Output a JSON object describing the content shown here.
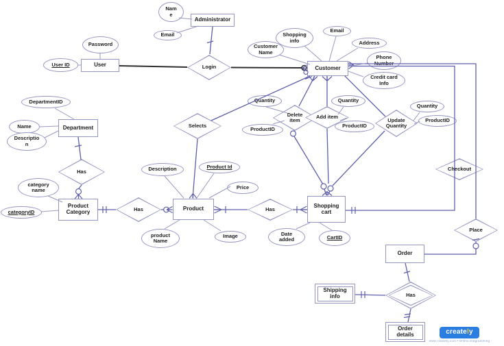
{
  "colors": {
    "shape_border": "#9595c4",
    "line": "#5d5dab",
    "attr_line": "#9898c0",
    "black_line": "#2f2f2f",
    "text": "#1a1a1a",
    "logo_bg": "#2a7de1",
    "logo_accent": "#f5c518"
  },
  "diagram": {
    "entities": [
      {
        "label": "Administrator"
      },
      {
        "label": "User"
      },
      {
        "label": "Customer"
      },
      {
        "label": "Department"
      },
      {
        "label": "Product\nCategory"
      },
      {
        "label": "Product"
      },
      {
        "label": "Shopping\ncart"
      },
      {
        "label": "Order"
      },
      {
        "label": "Shipping\ninfo",
        "weak": true
      },
      {
        "label": "Order\ndetails",
        "weak": true
      }
    ],
    "relationships": [
      {
        "label": "Login"
      },
      {
        "label": "Selects"
      },
      {
        "label": "Delete\nitem"
      },
      {
        "label": "Add item"
      },
      {
        "label": "Update\nQuantity"
      },
      {
        "label": "Checkout"
      },
      {
        "label": "Place"
      },
      {
        "label": "Has"
      },
      {
        "label": "Has"
      },
      {
        "label": "Has"
      },
      {
        "label": "Has",
        "identifying": true
      }
    ],
    "attributes": [
      {
        "label": "Nam\ne"
      },
      {
        "label": "Email"
      },
      {
        "label": "Password"
      },
      {
        "label": "User ID",
        "key": true
      },
      {
        "label": "Shopping\ninfo"
      },
      {
        "label": "Customer\nName"
      },
      {
        "label": "Email"
      },
      {
        "label": "Address"
      },
      {
        "label": "Phone\nNumber"
      },
      {
        "label": "Credit card\nInfo"
      },
      {
        "label": "Quantity"
      },
      {
        "label": "ProductID"
      },
      {
        "label": "Quantity"
      },
      {
        "label": "ProductID"
      },
      {
        "label": "Quantity"
      },
      {
        "label": "ProductID"
      },
      {
        "label": "DepartmentID"
      },
      {
        "label": "Name"
      },
      {
        "label": "Descriptio\nn"
      },
      {
        "label": "category\nname"
      },
      {
        "label": "categoryID",
        "key": true
      },
      {
        "label": "Description"
      },
      {
        "label": "Product Id",
        "key": true
      },
      {
        "label": "Price"
      },
      {
        "label": "product\nName"
      },
      {
        "label": "Image"
      },
      {
        "label": "Date\nadded"
      },
      {
        "label": "CartID",
        "key": true
      }
    ]
  },
  "footer": {
    "logo_part1": "create",
    "logo_accent": "l",
    "logo_part2": "y",
    "tagline": "www.creately.com • Online Diagramming"
  }
}
